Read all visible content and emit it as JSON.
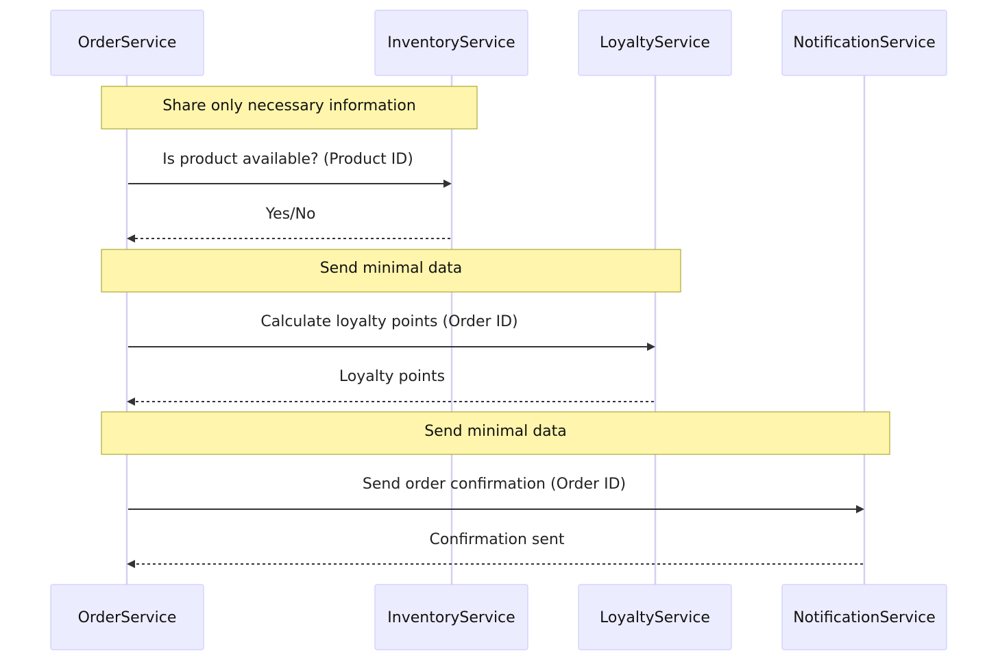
{
  "diagram": {
    "type": "sequence",
    "participants": [
      {
        "id": "order",
        "label": "OrderService"
      },
      {
        "id": "inventory",
        "label": "InventoryService"
      },
      {
        "id": "loyalty",
        "label": "LoyaltyService"
      },
      {
        "id": "notification",
        "label": "NotificationService"
      }
    ],
    "steps": [
      {
        "kind": "note",
        "over": [
          "order",
          "inventory"
        ],
        "text": "Share only necessary information"
      },
      {
        "kind": "message",
        "from": "order",
        "to": "inventory",
        "style": "solid",
        "text": "Is product available? (Product ID)"
      },
      {
        "kind": "message",
        "from": "inventory",
        "to": "order",
        "style": "dashed",
        "text": "Yes/No"
      },
      {
        "kind": "note",
        "over": [
          "order",
          "loyalty"
        ],
        "text": "Send minimal data"
      },
      {
        "kind": "message",
        "from": "order",
        "to": "loyalty",
        "style": "solid",
        "text": "Calculate loyalty points (Order ID)"
      },
      {
        "kind": "message",
        "from": "loyalty",
        "to": "order",
        "style": "dashed",
        "text": "Loyalty points"
      },
      {
        "kind": "note",
        "over": [
          "order",
          "notification"
        ],
        "text": "Send minimal data"
      },
      {
        "kind": "message",
        "from": "order",
        "to": "notification",
        "style": "solid",
        "text": "Send order confirmation (Order ID)"
      },
      {
        "kind": "message",
        "from": "notification",
        "to": "order",
        "style": "dashed",
        "text": "Confirmation sent"
      }
    ],
    "colors": {
      "actor_fill": "#ECECFF",
      "actor_border": "#CCCCFF",
      "lifeline": "#D8CEF2",
      "note_fill": "#FFF5AD",
      "note_border": "#AAAA33",
      "message_line": "#333333"
    }
  }
}
